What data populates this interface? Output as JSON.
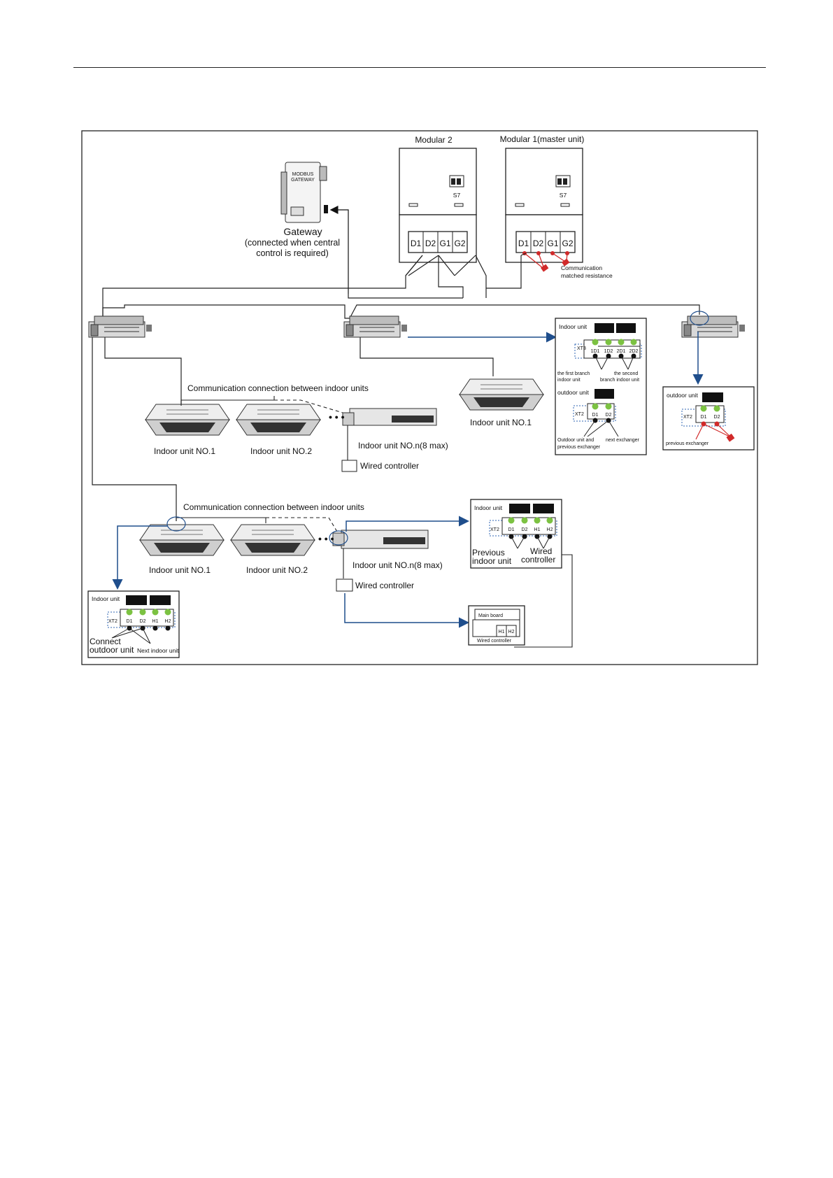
{
  "modules": {
    "modular2": {
      "label": "Modular 2",
      "switch_label": "S7",
      "switch_on": "ON"
    },
    "modular1": {
      "label": "Modular 1(master unit)",
      "switch_label": "S7",
      "switch_on": "ON"
    },
    "terminals": [
      "D1",
      "D2",
      "G1",
      "G2"
    ],
    "resistance_label": [
      "Communication",
      "matched resistance"
    ]
  },
  "gateway": {
    "label": "Gateway",
    "note": [
      "(connected when central",
      "control is required)"
    ],
    "device_text": [
      "MODBUS",
      "GATEWAY"
    ]
  },
  "section1": {
    "comm_label": "Communication connection between indoor units",
    "unit1": "Indoor unit NO.1",
    "unit2": "Indoor unit NO.2",
    "unitn": "Indoor unit NO.n(8 max)",
    "wired": "Wired controller",
    "unit_branch": "Indoor unit NO.1"
  },
  "section2": {
    "comm_label": "Communication connection between indoor units",
    "unit1": "Indoor unit NO.1",
    "unit2": "Indoor unit NO.2",
    "unitn": "Indoor unit NO.n(8 max)",
    "wired": "Wired controller"
  },
  "box_indoor_branch": {
    "title": "Indoor unit",
    "xt": "XT3",
    "terminals": [
      "1D1",
      "1D2",
      "2D1",
      "2D2"
    ],
    "left_note": [
      "the first branch",
      "indoor unit"
    ],
    "right_note": [
      "the second",
      "branch indoor unit"
    ],
    "outdoor_title": "outdoor unit",
    "outdoor_xt": "XT2",
    "outdoor_terminals": [
      "D1",
      "D2"
    ],
    "outdoor_left_note": [
      "Outdoor unit and",
      "previous exchanger"
    ],
    "outdoor_right_note": "next exchanger"
  },
  "box_outdoor_right": {
    "title": "outdoor unit",
    "xt": "XT2",
    "terminals": [
      "D1",
      "D2"
    ],
    "note": "previous exchanger"
  },
  "box_indoor_mid": {
    "title": "Indoor unit",
    "xt": "XT2",
    "terminals": [
      "D1",
      "D2",
      "H1",
      "H2"
    ],
    "left_note": [
      "Previous",
      "indoor unit"
    ],
    "right_note": [
      "Wired",
      "controller"
    ]
  },
  "box_main_board": {
    "title": "Main board",
    "terminals": [
      "H1",
      "H2"
    ],
    "footer": "Wired controller"
  },
  "box_indoor_left": {
    "title": "Indoor unit",
    "xt": "XT2",
    "terminals": [
      "D1",
      "D2",
      "H1",
      "H2"
    ],
    "left_note": [
      "Connect",
      "outdoor unit"
    ],
    "right_note": "Next indoor unit"
  },
  "colors": {
    "wire": "#222222",
    "arrow": "#1f4e8c",
    "green_dot": "#7cc242",
    "red": "#d12a2a",
    "dash_box": "#2f66b3"
  }
}
